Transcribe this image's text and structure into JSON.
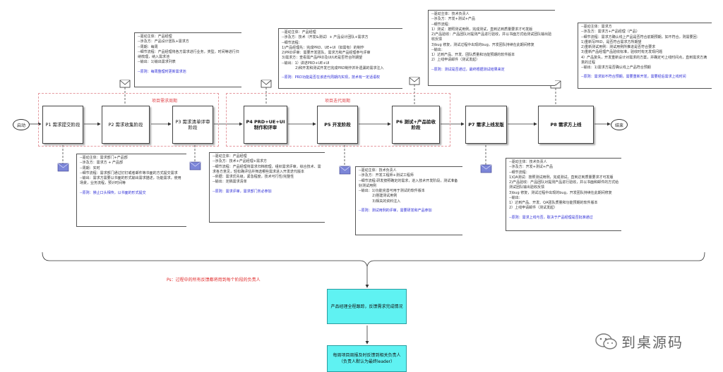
{
  "start_label": "启动",
  "end_label": "结束",
  "zones": {
    "requirement": "项目需求周期",
    "iteration": "项目迭代周期"
  },
  "stages": [
    {
      "id": "p1",
      "label": "P1 需求提交阶段"
    },
    {
      "id": "p2",
      "label": "P2 需求收集阶段"
    },
    {
      "id": "p3",
      "label": "P3 需求清单评审阶段"
    },
    {
      "id": "p4",
      "label": "P4 PRD+UE+UI制作和评审"
    },
    {
      "id": "p5",
      "label": "P5 开发阶段"
    },
    {
      "id": "p6",
      "label": "P6 测试+产品验收阶段"
    },
    {
      "id": "p7",
      "label": "P7 需求上线发版"
    },
    {
      "id": "p8",
      "label": "P8 需求方上线"
    }
  ],
  "notes": {
    "p2": {
      "lines": [
        "--驱动主体：产品经理",
        "--涉及方：产品设计团队+需求方",
        "--周期：每周",
        "--细节流程：产品经理将各方需求进行业务，类型，时间等进行归纳梳理，纳入需求池",
        "--输出：1)输出需求列表"
      ],
      "rule": "--原则：每周整理时更新需求池"
    },
    "p4": {
      "lines": [
        "--驱动主体：产品经理",
        "--涉及方：技术（开发&测试）+ 产品设计团队+需求方",
        "--细节流程：",
        "1)产品经理先：完成PRD、UE+UI（如需有）的制作",
        "2)PRD评审：需要开发团队、需求方和产品经理参与评审",
        "3)需求方：查看需产品PRD及UI/UE是否符合所期望",
        "--输出：1）讲述PRD+UE+UI",
        "            2)和开发和测试开发已完成PRD制作并补遗漏的需求注入"
      ],
      "rule": "--原则：PRD功能是否在该迭代周期内实现，技术有一定话语权"
    },
    "p6": {
      "lines": [
        "--驱动主体：技术负责人",
        "--涉及方：开发+测试+产品",
        "--细节流程：",
        "1）测试：按照测试用例，完成测试，直到达到质量要求才可发版",
        "2)产品验收：产品团队对提测产品进行验收，并以书面方式给测试团队输出验收反馈",
        "3)bug 修复，测试过程中出现的bug，开发团队持续在此期间修复",
        "--输出：",
        "1）达到产品、开发、团队质量和功能预期的软件版本",
        "2）上线申请邮件（测试发起）"
      ],
      "rule": "--原则：测试是否通过，最终根据测试结果来定"
    },
    "p8": {
      "lines": [
        "--驱动主体：需求方",
        "--涉及方：需求方+产品经理（产品）",
        "--细节流程：需求方确认线上产品是否符合前期预期，如不符合，则需要回：",
        "1)重新写PRD，是否符合需求方所期望",
        "2)重新测试用例：测试用例所推进是否符合要求",
        "3)重新产品经理产品验收标准，验收时有无发现问题",
        "4）产品复失，开发重新设计对需求的方案，并确定可上线时间点，直到需求方满意的过程",
        "--输出：1)需求方是否确认线上产品符合预期"
      ],
      "rule": "--原则：需求如不符合预期，需要重新开发，需要经后需求上线时间"
    },
    "p1": {
      "lines": [
        "--驱动主体：需求部门+产品部",
        "--涉及方：需求方 + 产品部",
        "--周期：实时",
        "--细节流程：需求部门通过钉钉或者邮件等书面的方式提交需求",
        "--输出：需求方需要以书面的形式输出需求描述，功能需求，使用场景，业务流程，预计时间等"
      ],
      "rule": "--原则：禁止口头相传，以书面的形式提交"
    },
    "p3": {
      "lines": [
        "--驱动主体：产品经理",
        "--涉及方：技术+产品经理+需求方",
        "--细节流程：产品经理将需求归档梳理，组织需求评审，综合技术、需求各方意见，轻松确评估并筛选哪些需求进入开发迭代版本",
        "--依据：需求优先级，紧急程度，技术可行性/完整性",
        "--输出：定稿需求清单"
      ],
      "rule": "--原则：需求评审，需求部门务必参加"
    },
    "p5": {
      "lines": [
        "--驱动主体：技术负责人",
        "--涉及方：开发工程师+测试工程师",
        "--细节流程:研发按照确定的需求，进入技术开发阶段，测试准备好测试用例",
        "--输出：1)功能完善可用于测试的软件版本",
        "            2)搭建测试用例",
        "            3)相关的资料注入"
      ],
      "rule": "--原则：测试用例的评审，需要研发和产品参加"
    },
    "p7": {
      "lines": [
        "--驱动主体：技术负责人",
        "--涉及方：开发+测试+产品",
        "--细节流程：",
        "1)QA测试：按照测试用例，完成测试，直到达到质量要求才可发版",
        "2)产品验收：产品团队对提测产品进行验收，并以书面和邮件的方式给测试团队输出验收反馈",
        "3)bug 修复，测试过程中出现的bug，开发团队持续在此期间修复",
        "--输出：",
        "1）达到产品、开发、QA团队质量和功能预期的软件版本",
        "2）上线申请邮件（测试发起）"
      ],
      "rule": "--原则：需求上线与否，取决于产品经理是否批准通过"
    }
  },
  "ps_text": "Ps：过程中的所有反馈都将用到每个阶段的负责人",
  "summary_box": "产品经理全程跟踪，反馈需求完成情况",
  "bottom_box": "每周项目周报及时反馈到相关负责人（负责人默认为最终leader）",
  "watermark": "到桌源码",
  "colors": {
    "zone_border": "#e59aa0",
    "zone_label": "#e0474c",
    "teal": "#5ff2f2",
    "rule_text": "#2b2bd6",
    "ps_text": "#e02828",
    "envelope_blue": "#7c86d8"
  }
}
